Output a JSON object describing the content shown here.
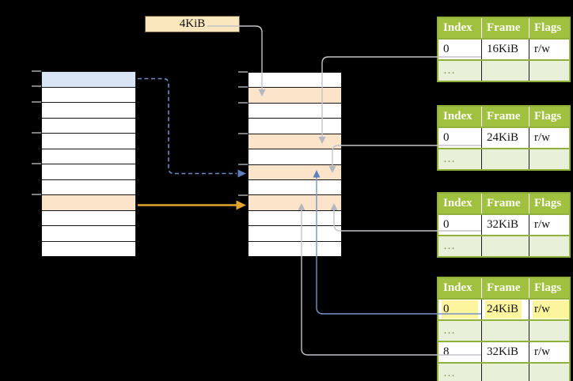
{
  "label_box": {
    "text": "4KiB"
  },
  "frame_table_headers": [
    "Index",
    "Frame",
    "Flags"
  ],
  "frame_tables": [
    {
      "name": "frame-table-16kib",
      "rows": [
        [
          "0",
          "16KiB",
          "r/w"
        ],
        [
          "…",
          "",
          ""
        ]
      ]
    },
    {
      "name": "frame-table-24kib",
      "rows": [
        [
          "0",
          "24KiB",
          "r/w"
        ],
        [
          "…",
          "",
          ""
        ]
      ]
    },
    {
      "name": "frame-table-32kib",
      "rows": [
        [
          "0",
          "32KiB",
          "r/w"
        ],
        [
          "…",
          "",
          ""
        ]
      ]
    },
    {
      "name": "frame-table-level1",
      "highlighted_row": 0,
      "rows": [
        [
          "0",
          "24KiB",
          "r/w"
        ],
        [
          "…",
          "",
          ""
        ],
        [
          "8",
          "32KiB",
          "r/w"
        ],
        [
          "…",
          "",
          ""
        ]
      ]
    }
  ],
  "memory_columns": {
    "virtual": {
      "rows": 12,
      "blue_row": 1,
      "orange_row": 9
    },
    "page_table": {
      "rows": 12,
      "orange_rows": [
        2,
        5,
        7,
        9
      ]
    },
    "tick_boundaries": [
      0,
      1,
      2,
      4,
      6,
      8
    ]
  },
  "colors": {
    "background": "#000000",
    "label_box_fill": "#FBE7BD",
    "blue_cell": "#D9E4F5",
    "orange_cell": "#FCE4CB",
    "header_green": "#A0C040",
    "border_green": "#90B13C",
    "muted_row_green": "#E9F0D9",
    "yellow_highlight": "#FDF49E",
    "gray_connector": "#C2C4C8",
    "blue_connector": "#7493C8",
    "dashed_blue_connector": "#6D8EC8",
    "orange_arrow": "#E3A42F"
  }
}
